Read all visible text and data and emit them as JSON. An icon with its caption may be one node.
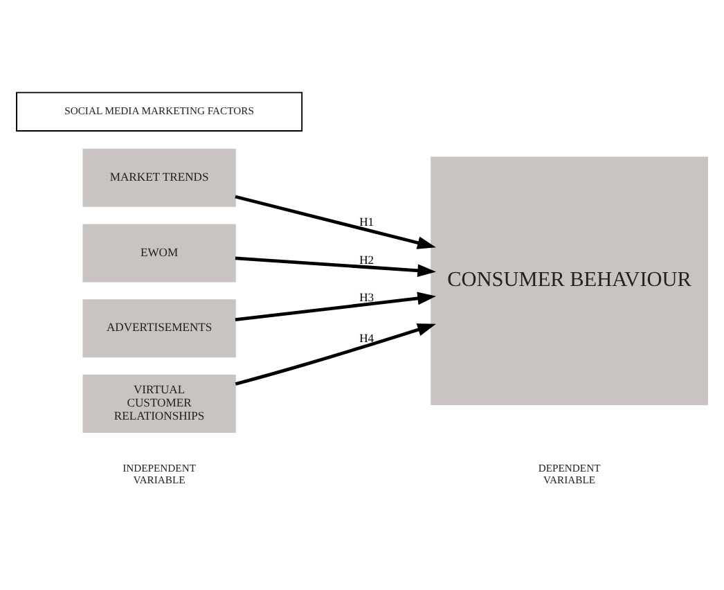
{
  "diagram": {
    "nodes": [
      {
        "text": [
          "MARKET TRENDS"
        ]
      },
      {
        "text": [
          "EWOM"
        ]
      },
      {
        "text": [
          "ADVERTISEMENTS"
        ]
      },
      {
        "text": [
          "VIRTUAL CUSTOMER RELATIONSHIPS"
        ]
      },
      {
        "text": [
          "CONSUMER BEHAVIOUR"
        ]
      },
      {
        "text": [
          "SOCIAL MEDIA MARKETING FACTORS"
        ]
      }
    ],
    "edges": [
      {
        "from": 0,
        "to": 4,
        "arrow": "to",
        "label": "H1"
      },
      {
        "from": 1,
        "to": 4,
        "arrow": "to",
        "label": "H2"
      },
      {
        "from": 2,
        "to": 4,
        "arrow": "to",
        "label": "H3"
      },
      {
        "from": 3,
        "to": 4,
        "arrow": "to",
        "label": "H4"
      }
    ],
    "labels": [
      "INDEPENDENT VARIABLE",
      "DEPENDENT VARIABLE"
    ]
  }
}
